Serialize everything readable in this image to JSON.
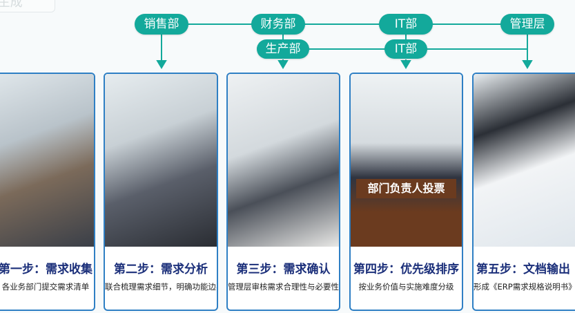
{
  "watermark": "AI生成",
  "departments_row1": [
    "销售部",
    "财务部",
    "IT部",
    "管理层"
  ],
  "departments_row2": [
    "生产部",
    "IT部"
  ],
  "colors": {
    "pill": "#13a99b",
    "card_border": "#2e7fc4",
    "title": "#1b2f7a"
  },
  "steps": [
    {
      "title": "第一步：需求收集",
      "desc": "各业务部门提交需求清单"
    },
    {
      "title": "第二步：需求分析",
      "desc": "联合梳理需求细节，明确功能边界"
    },
    {
      "title": "第三步：需求确认",
      "desc": "管理层审核需求合理性与必要性"
    },
    {
      "title": "第四步：优先级排序",
      "desc": "按业务价值与实施难度分级",
      "photo_sign": "部门负责人投票"
    },
    {
      "title": "第五步：文档输出",
      "desc": "形成《ERP需求规格说明书》"
    }
  ]
}
